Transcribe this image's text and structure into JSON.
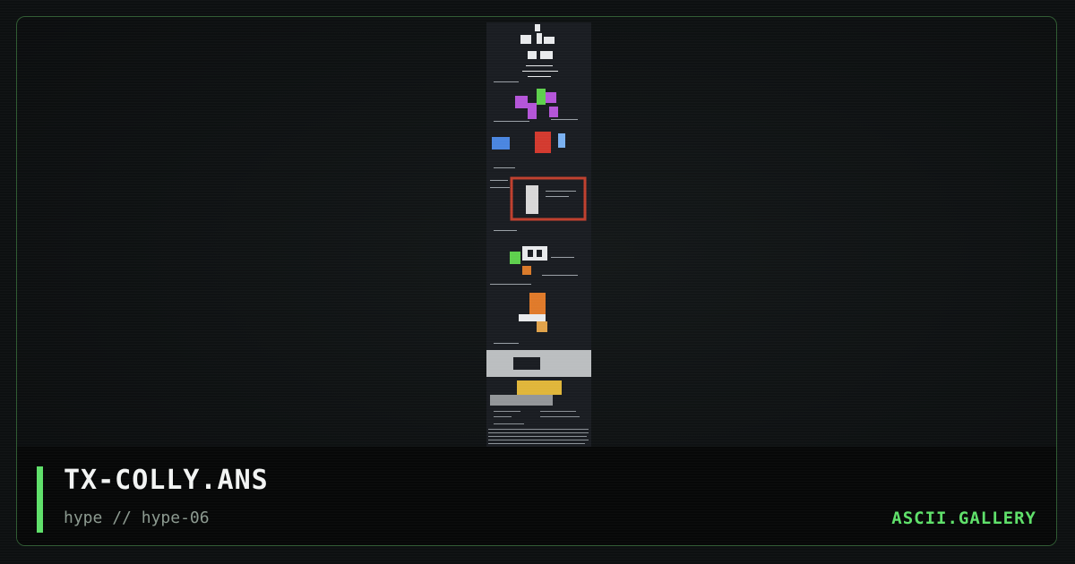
{
  "artwork": {
    "title": "TX-COLLY.ANS",
    "pack": "hype",
    "pack_id": "hype-06",
    "separator": "//"
  },
  "brand": "ASCII.GALLERY",
  "colors": {
    "accent": "#5fe06a",
    "frame_border": "#2f5a32",
    "background": "#0d1011",
    "caption_bg": "#070808"
  }
}
